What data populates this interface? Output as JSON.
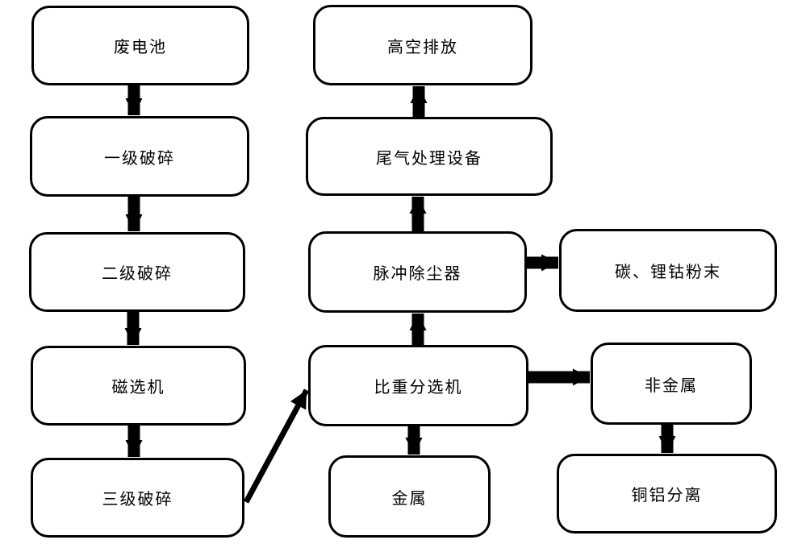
{
  "diagram": {
    "type": "flowchart",
    "nodes": [
      {
        "id": "waste-battery",
        "label": "废电池"
      },
      {
        "id": "primary-crushing",
        "label": "一级破碎"
      },
      {
        "id": "secondary-crushing",
        "label": "二级破碎"
      },
      {
        "id": "magnetic-separator",
        "label": "磁选机"
      },
      {
        "id": "tertiary-crushing",
        "label": "三级破碎"
      },
      {
        "id": "high-altitude-discharge",
        "label": "高空排放"
      },
      {
        "id": "exhaust-gas-treatment",
        "label": "尾气处理设备"
      },
      {
        "id": "pulse-dust-collector",
        "label": "脉冲除尘器"
      },
      {
        "id": "gravity-separator",
        "label": "比重分选机"
      },
      {
        "id": "metal",
        "label": "金属"
      },
      {
        "id": "carbon-lithium-cobalt-powder",
        "label": "碳、锂钴粉末"
      },
      {
        "id": "non-metal",
        "label": "非金属"
      },
      {
        "id": "copper-aluminum-separation",
        "label": "铜铝分离"
      }
    ],
    "edges": [
      {
        "from": "废电池",
        "to": "一级破碎"
      },
      {
        "from": "一级破碎",
        "to": "二级破碎"
      },
      {
        "from": "二级破碎",
        "to": "磁选机"
      },
      {
        "from": "磁选机",
        "to": "三级破碎"
      },
      {
        "from": "三级破碎",
        "to": "比重分选机"
      },
      {
        "from": "比重分选机",
        "to": "脉冲除尘器"
      },
      {
        "from": "脉冲除尘器",
        "to": "尾气处理设备"
      },
      {
        "from": "尾气处理设备",
        "to": "高空排放"
      },
      {
        "from": "脉冲除尘器",
        "to": "碳、锂钴粉末"
      },
      {
        "from": "比重分选机",
        "to": "非金属"
      },
      {
        "from": "比重分选机",
        "to": "金属"
      },
      {
        "from": "非金属",
        "to": "铜铝分离"
      }
    ],
    "colors": {
      "box_border": "#000000",
      "box_fill": "#ffffff",
      "arrow": "#000000",
      "background": "#ffffff"
    }
  }
}
